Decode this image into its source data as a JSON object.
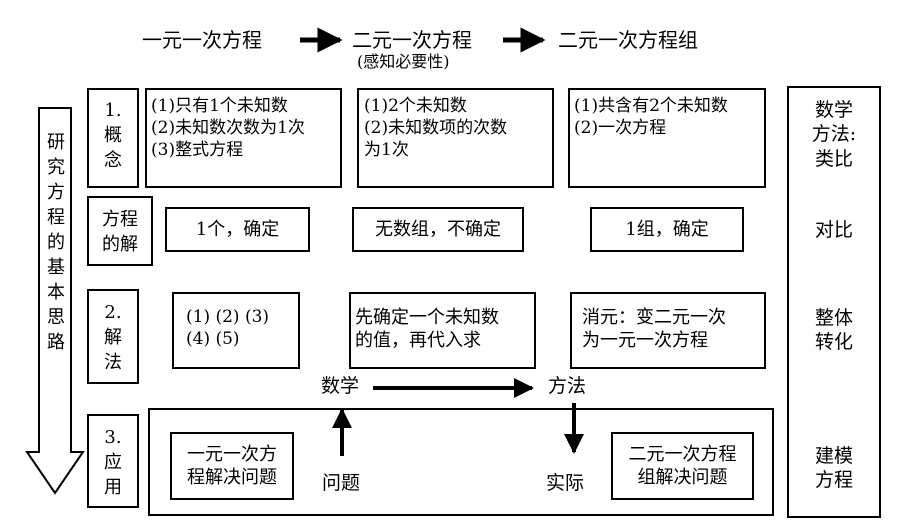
{
  "header": {
    "stage1": "一元一次方程",
    "stage2": "二元一次方程",
    "stage2_note": "(感知必要性)",
    "stage3": "二元一次方程组"
  },
  "left_arrow_text": [
    "研",
    "究",
    "方",
    "程",
    "的",
    "基",
    "本",
    "思",
    "路"
  ],
  "rows": {
    "concept": {
      "label": [
        "1.",
        "概",
        "念"
      ],
      "col1": [
        "(1)只有1个未知数",
        "(2)未知数次数为1次",
        "(3)整式方程"
      ],
      "col2": [
        "(1)2个未知数",
        "(2)未知数项的次数",
        "为1次"
      ],
      "col3": [
        "(1)共含有2个未知数",
        "(2)一次方程"
      ]
    },
    "solution": {
      "label": [
        "方程",
        "的解"
      ],
      "col1": "1个，确定",
      "col2": "无数组，不确定",
      "col3": "1组，确定"
    },
    "method": {
      "label": [
        "2.",
        "解",
        "法"
      ],
      "col1": [
        "(1) (2) (3)",
        "(4) (5)"
      ],
      "col2": [
        "先确定一个未知数",
        "的值，再代入求"
      ],
      "col3": [
        "消元：变二元一次",
        "为一元一次方程"
      ]
    },
    "application": {
      "label": [
        "3.",
        "应",
        "用"
      ],
      "math": "数学",
      "method_word": "方法",
      "problem": "问题",
      "reality": "实际",
      "box_left": [
        "一元一次方",
        "程解决问题"
      ],
      "box_right": [
        "二元一次方程",
        "组解决问题"
      ]
    }
  },
  "right_column": {
    "title": [
      "数学",
      "方法:",
      "类比"
    ],
    "contrast": "对比",
    "holistic": [
      "整体",
      "转化"
    ],
    "modeling": [
      "建模",
      "方程"
    ]
  }
}
